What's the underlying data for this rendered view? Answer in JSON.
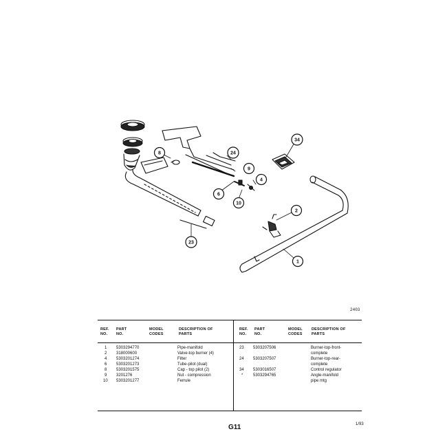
{
  "sheet_code": "2403",
  "callouts": [
    "1",
    "2",
    "4",
    "6",
    "8",
    "9",
    "10",
    "23",
    "24",
    "34"
  ],
  "table": {
    "left_headers": {
      "ref": "REF. NO.",
      "part": "PART NO.",
      "model": "MODEL CODES",
      "desc": "DESCRIPTION OF PARTS"
    },
    "right_headers": {
      "ref": "REF. NO.",
      "part": "PART NO.",
      "model": "MODEL CODES",
      "desc": "DESCRIPTION OF PARTS"
    },
    "left_rows": [
      {
        "ref": "1",
        "part": "5303294770",
        "model": "",
        "desc": "Pipe-manifold"
      },
      {
        "ref": "2",
        "part": "318000600",
        "model": "",
        "desc": "Valve-top burner (4)"
      },
      {
        "ref": "4",
        "part": "5303201274",
        "model": "",
        "desc": "Filter"
      },
      {
        "ref": "6",
        "part": "5303201273",
        "model": "",
        "desc": "Tube-pilot (dual)"
      },
      {
        "ref": "8",
        "part": "5303201575",
        "model": "",
        "desc": "Cap - top pilot (2)"
      },
      {
        "ref": "9",
        "part": "3201276",
        "model": "",
        "desc": "Nut - compression"
      },
      {
        "ref": "10",
        "part": "5303201277",
        "model": "",
        "desc": "Ferrule"
      }
    ],
    "right_rows": [
      {
        "ref": "23",
        "part": "5303207506",
        "model": "",
        "desc": "Burner-top-front-"
      },
      {
        "ref": "",
        "part": "",
        "model": "",
        "desc": "complete"
      },
      {
        "ref": "24",
        "part": "5303207507",
        "model": "",
        "desc": "Burner-top-rear-"
      },
      {
        "ref": "",
        "part": "",
        "model": "",
        "desc": "complete"
      },
      {
        "ref": "34",
        "part": "5303016507",
        "model": "",
        "desc": "Control regulator"
      },
      {
        "ref": "*",
        "part": "5303294765",
        "model": "",
        "desc": "Angle-manifold"
      },
      {
        "ref": "",
        "part": "",
        "model": "",
        "desc": "pipe mtg"
      }
    ]
  },
  "footer": {
    "code": "G11",
    "page": "1/93"
  }
}
